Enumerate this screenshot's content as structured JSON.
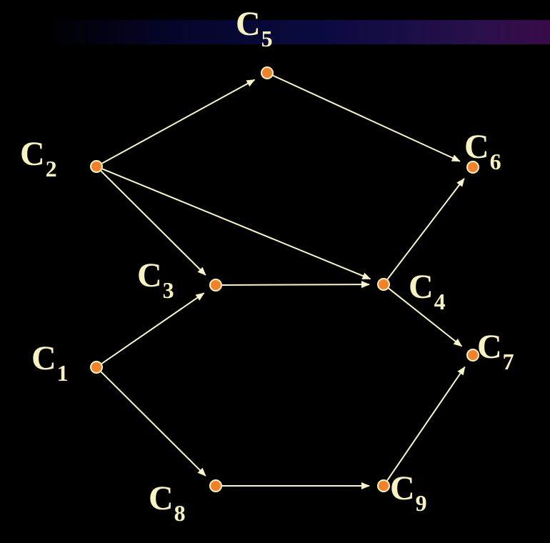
{
  "colors": {
    "background": "#000000",
    "edge": "#fbf5cd",
    "node_fill": "#f0822c",
    "node_stroke": "#f7f2c0",
    "label": "#f7f2c0"
  },
  "nodes": [
    {
      "id": "C1",
      "letter": "C",
      "sub": "1"
    },
    {
      "id": "C2",
      "letter": "C",
      "sub": "2"
    },
    {
      "id": "C3",
      "letter": "C",
      "sub": "3"
    },
    {
      "id": "C4",
      "letter": "C",
      "sub": "4"
    },
    {
      "id": "C5",
      "letter": "C",
      "sub": "5"
    },
    {
      "id": "C6",
      "letter": "C",
      "sub": "6"
    },
    {
      "id": "C7",
      "letter": "C",
      "sub": "7"
    },
    {
      "id": "C8",
      "letter": "C",
      "sub": "8"
    },
    {
      "id": "C9",
      "letter": "C",
      "sub": "9"
    }
  ],
  "edges": [
    {
      "from": "C2",
      "to": "C5"
    },
    {
      "from": "C5",
      "to": "C6"
    },
    {
      "from": "C2",
      "to": "C3"
    },
    {
      "from": "C2",
      "to": "C4"
    },
    {
      "from": "C3",
      "to": "C4"
    },
    {
      "from": "C1",
      "to": "C3"
    },
    {
      "from": "C4",
      "to": "C6"
    },
    {
      "from": "C4",
      "to": "C7"
    },
    {
      "from": "C1",
      "to": "C8"
    },
    {
      "from": "C8",
      "to": "C9"
    },
    {
      "from": "C9",
      "to": "C7"
    }
  ]
}
